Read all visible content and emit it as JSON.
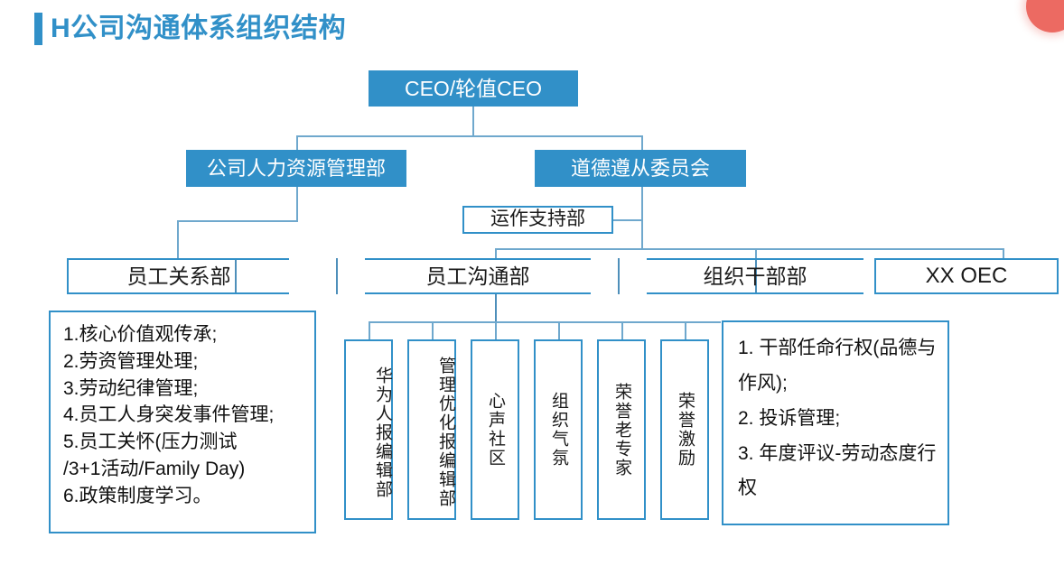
{
  "slide": {
    "title": "H公司沟通体系组织结构",
    "accent_color": "#3190c8",
    "line_color": "#6fa8cd",
    "blob_color": "#ec6a62",
    "background": "#ffffff"
  },
  "chart_data": {
    "type": "diagram",
    "title": "H公司沟通体系组织结构",
    "levels": 4
  },
  "nodes": {
    "ceo": "CEO/轮值CEO",
    "hr": "公司人力资源管理部",
    "ethics": "道德遵从委员会",
    "ops_support": "运作支持部",
    "employee_relations": "员工关系部",
    "employee_comm": "员工沟通部",
    "org_cadre": "组织干部部",
    "oec": "XX OEC"
  },
  "vertical_units": [
    {
      "key": "huawei-ren-bao",
      "label": "华为人报编辑部"
    },
    {
      "key": "mgmt-optimization-bao",
      "label": "管理优化报编辑部"
    },
    {
      "key": "xinsheng-community",
      "label": "心声社区"
    },
    {
      "key": "org-atmosphere",
      "label": "组织气氛"
    },
    {
      "key": "honorary-expert",
      "label": "荣誉老专家"
    },
    {
      "key": "honor-incentive",
      "label": "荣誉激励"
    }
  ],
  "panels": {
    "employee_relations_duties": [
      "1.核心价值观传承;",
      "2.劳资管理处理;",
      "3.劳动纪律管理;",
      "4.员工人身突发事件管理;",
      "5.员工关怀(压力测试",
      "/3+1活动/Family Day)",
      "6.政策制度学习。"
    ],
    "org_cadre_duties": [
      "1. 干部任命行权(品德与作风);",
      "2. 投诉管理;",
      "3. 年度评议-劳动态度行权"
    ]
  }
}
